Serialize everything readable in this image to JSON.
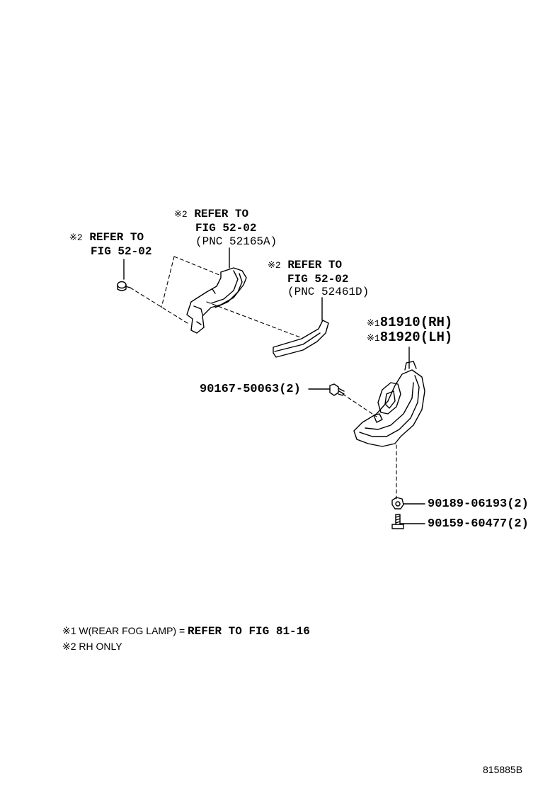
{
  "callouts": {
    "bracket_ref": {
      "mark": "※2",
      "lines": [
        "REFER TO",
        "FIG 52-02",
        "(PNC 52165A)"
      ]
    },
    "clip_ref": {
      "mark": "※2",
      "lines": [
        "REFER TO",
        "FIG 52-02"
      ]
    },
    "strip_ref": {
      "mark": "※2",
      "lines": [
        "REFER TO",
        "FIG 52-02",
        "(PNC 52461D)"
      ]
    },
    "lamp_rh": {
      "mark": "※1",
      "part": "81910(RH)"
    },
    "lamp_lh": {
      "mark": "※1",
      "part": "81920(LH)"
    },
    "screw_side": {
      "part": "90167-50063(2)"
    },
    "nut": {
      "part": "90189-06193(2)"
    },
    "bolt": {
      "part": "90159-60477(2)"
    }
  },
  "notes": {
    "note1_prefix": "※1 W(REAR FOG LAMP) = ",
    "note1_ref": "REFER TO FIG 81-16",
    "note2": "※2 RH ONLY"
  },
  "figure_id": "815885B"
}
